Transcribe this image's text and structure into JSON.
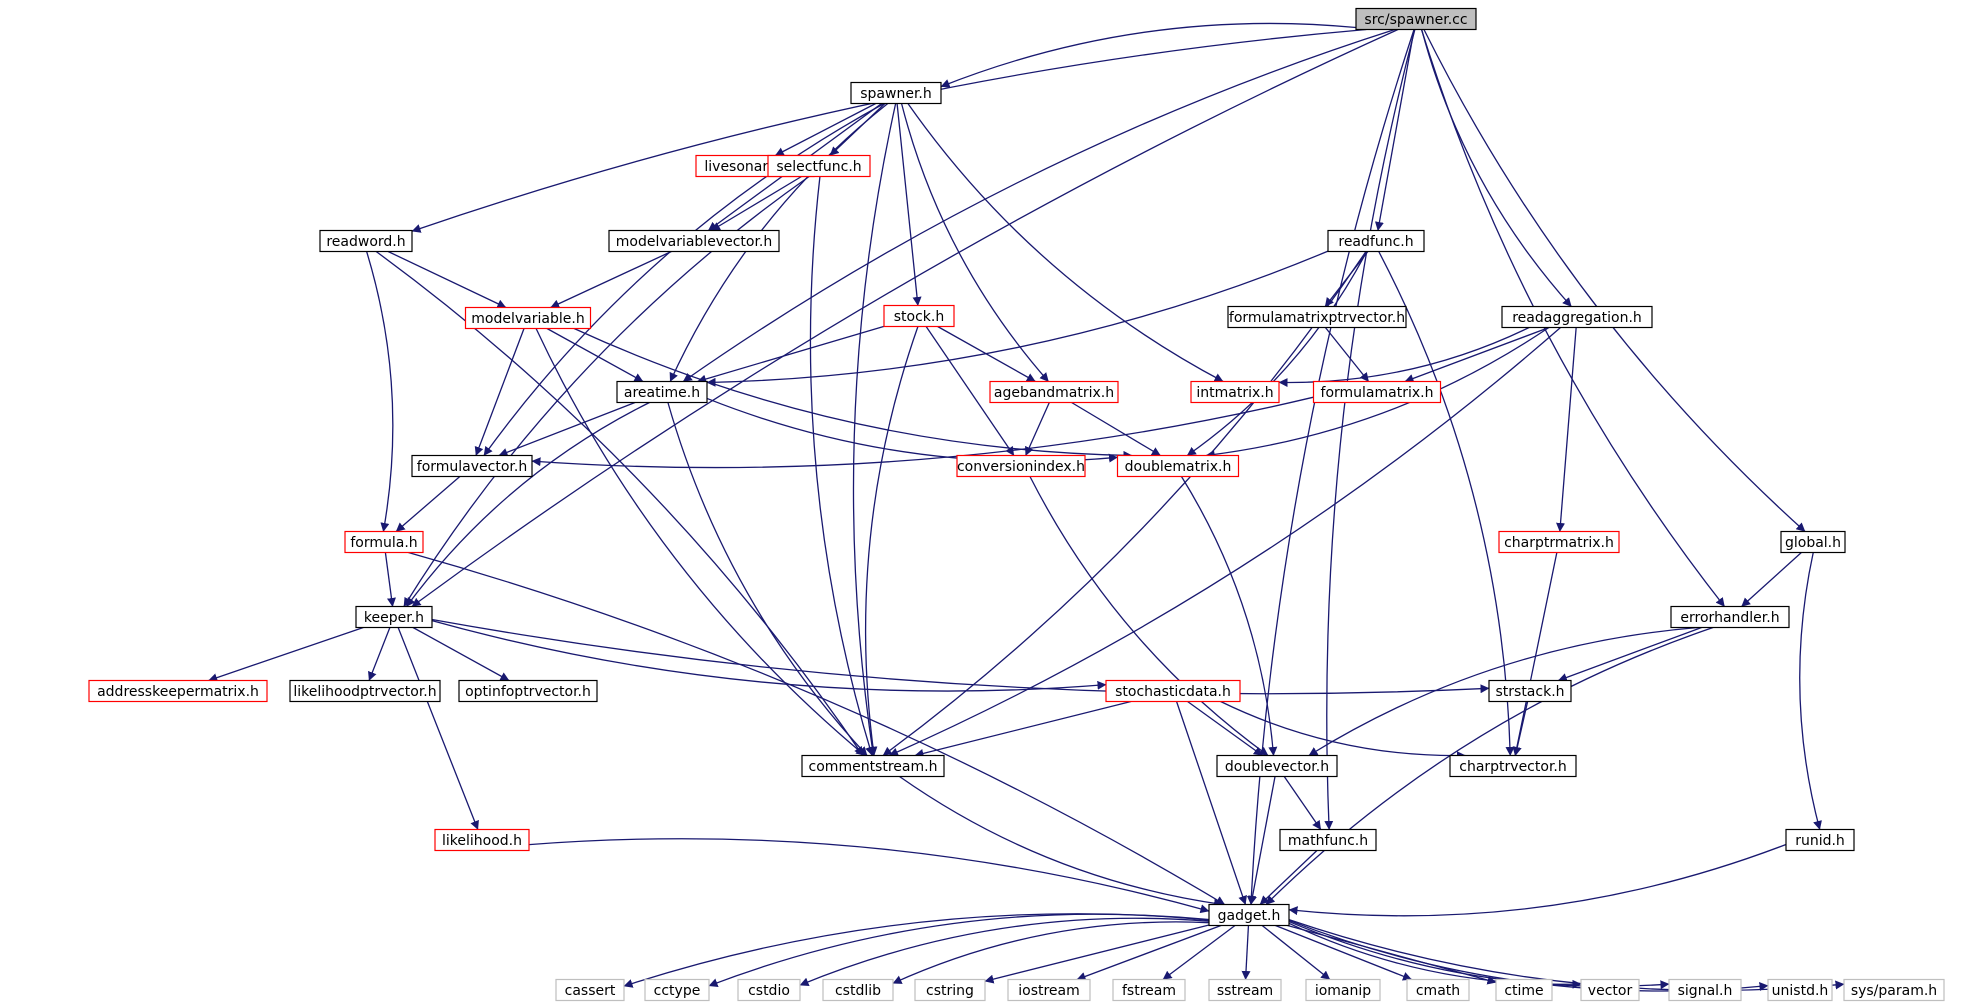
{
  "diagram": {
    "colors": {
      "edge": "#191970",
      "node_border_default": "#000000",
      "node_border_truncated": "#ff0000",
      "node_border_system": "#bfbfbf",
      "node_fill_default": "#ffffff",
      "node_fill_root": "#bfbfbf"
    },
    "nodes": [
      {
        "id": "spawner_cc",
        "label": "src/spawner.cc",
        "style": "root"
      },
      {
        "id": "spawner_h",
        "label": "spawner.h",
        "style": "default"
      },
      {
        "id": "livesonareas",
        "label": "livesonareas.h",
        "style": "truncated"
      },
      {
        "id": "selectfunc",
        "label": "selectfunc.h",
        "style": "truncated"
      },
      {
        "id": "readword",
        "label": "readword.h",
        "style": "default"
      },
      {
        "id": "modelvariablevector",
        "label": "modelvariablevector.h",
        "style": "default"
      },
      {
        "id": "readfunc",
        "label": "readfunc.h",
        "style": "default"
      },
      {
        "id": "modelvariable",
        "label": "modelvariable.h",
        "style": "truncated"
      },
      {
        "id": "stock",
        "label": "stock.h",
        "style": "truncated"
      },
      {
        "id": "formulamatrixptrvector",
        "label": "formulamatrixptrvector.h",
        "style": "default"
      },
      {
        "id": "readaggregation",
        "label": "readaggregation.h",
        "style": "default"
      },
      {
        "id": "areatime",
        "label": "areatime.h",
        "style": "default"
      },
      {
        "id": "agebandmatrix",
        "label": "agebandmatrix.h",
        "style": "truncated"
      },
      {
        "id": "intmatrix",
        "label": "intmatrix.h",
        "style": "truncated"
      },
      {
        "id": "formulamatrix",
        "label": "formulamatrix.h",
        "style": "truncated"
      },
      {
        "id": "formulavector",
        "label": "formulavector.h",
        "style": "default"
      },
      {
        "id": "conversionindex",
        "label": "conversionindex.h",
        "style": "truncated"
      },
      {
        "id": "doublematrix",
        "label": "doublematrix.h",
        "style": "truncated"
      },
      {
        "id": "formula",
        "label": "formula.h",
        "style": "truncated"
      },
      {
        "id": "charptrmatrix",
        "label": "charptrmatrix.h",
        "style": "truncated"
      },
      {
        "id": "global",
        "label": "global.h",
        "style": "default"
      },
      {
        "id": "keeper",
        "label": "keeper.h",
        "style": "default"
      },
      {
        "id": "errorhandler",
        "label": "errorhandler.h",
        "style": "default"
      },
      {
        "id": "addresskeepermatrix",
        "label": "addresskeepermatrix.h",
        "style": "truncated"
      },
      {
        "id": "likelihoodptrvector",
        "label": "likelihoodptrvector.h",
        "style": "default"
      },
      {
        "id": "optinfoptrvector",
        "label": "optinfoptrvector.h",
        "style": "default"
      },
      {
        "id": "stochasticdata",
        "label": "stochasticdata.h",
        "style": "truncated"
      },
      {
        "id": "strstack",
        "label": "strstack.h",
        "style": "default"
      },
      {
        "id": "commentstream",
        "label": "commentstream.h",
        "style": "default"
      },
      {
        "id": "doublevector",
        "label": "doublevector.h",
        "style": "default"
      },
      {
        "id": "charptrvector",
        "label": "charptrvector.h",
        "style": "default"
      },
      {
        "id": "likelihood",
        "label": "likelihood.h",
        "style": "truncated"
      },
      {
        "id": "mathfunc",
        "label": "mathfunc.h",
        "style": "default"
      },
      {
        "id": "runid",
        "label": "runid.h",
        "style": "default"
      },
      {
        "id": "gadget",
        "label": "gadget.h",
        "style": "default"
      },
      {
        "id": "cassert",
        "label": "cassert",
        "style": "system"
      },
      {
        "id": "cctype",
        "label": "cctype",
        "style": "system"
      },
      {
        "id": "cstdio",
        "label": "cstdio",
        "style": "system"
      },
      {
        "id": "cstdlib",
        "label": "cstdlib",
        "style": "system"
      },
      {
        "id": "cstring",
        "label": "cstring",
        "style": "system"
      },
      {
        "id": "iostream",
        "label": "iostream",
        "style": "system"
      },
      {
        "id": "fstream",
        "label": "fstream",
        "style": "system"
      },
      {
        "id": "sstream",
        "label": "sstream",
        "style": "system"
      },
      {
        "id": "iomanip",
        "label": "iomanip",
        "style": "system"
      },
      {
        "id": "cmath",
        "label": "cmath",
        "style": "system"
      },
      {
        "id": "ctime",
        "label": "ctime",
        "style": "system"
      },
      {
        "id": "vector",
        "label": "vector",
        "style": "system"
      },
      {
        "id": "signal",
        "label": "signal.h",
        "style": "system"
      },
      {
        "id": "unistd",
        "label": "unistd.h",
        "style": "system"
      },
      {
        "id": "sysparam",
        "label": "sys/param.h",
        "style": "system"
      }
    ],
    "edges": [
      [
        "spawner_cc",
        "spawner_h"
      ],
      [
        "spawner_cc",
        "readword"
      ],
      [
        "spawner_cc",
        "keeper"
      ],
      [
        "spawner_cc",
        "areatime"
      ],
      [
        "spawner_cc",
        "readfunc"
      ],
      [
        "spawner_cc",
        "readaggregation"
      ],
      [
        "spawner_cc",
        "errorhandler"
      ],
      [
        "spawner_cc",
        "global"
      ],
      [
        "spawner_cc",
        "mathfunc"
      ],
      [
        "spawner_cc",
        "gadget"
      ],
      [
        "spawner_h",
        "livesonareas"
      ],
      [
        "spawner_h",
        "selectfunc"
      ],
      [
        "spawner_h",
        "modelvariablevector"
      ],
      [
        "spawner_h",
        "stock"
      ],
      [
        "spawner_h",
        "agebandmatrix"
      ],
      [
        "spawner_h",
        "intmatrix"
      ],
      [
        "spawner_h",
        "commentstream"
      ],
      [
        "spawner_h",
        "formulavector"
      ],
      [
        "spawner_h",
        "areatime"
      ],
      [
        "selectfunc",
        "modelvariablevector"
      ],
      [
        "selectfunc",
        "keeper"
      ],
      [
        "selectfunc",
        "commentstream"
      ],
      [
        "readword",
        "modelvariable"
      ],
      [
        "readword",
        "formula"
      ],
      [
        "readword",
        "commentstream"
      ],
      [
        "modelvariablevector",
        "modelvariable"
      ],
      [
        "readfunc",
        "formulamatrixptrvector"
      ],
      [
        "readfunc",
        "areatime"
      ],
      [
        "readfunc",
        "doublematrix"
      ],
      [
        "readfunc",
        "commentstream"
      ],
      [
        "readfunc",
        "charptrvector"
      ],
      [
        "modelvariable",
        "areatime"
      ],
      [
        "modelvariable",
        "formulavector"
      ],
      [
        "modelvariable",
        "doublematrix"
      ],
      [
        "modelvariable",
        "commentstream"
      ],
      [
        "stock",
        "areatime"
      ],
      [
        "stock",
        "agebandmatrix"
      ],
      [
        "stock",
        "conversionindex"
      ],
      [
        "stock",
        "commentstream"
      ],
      [
        "formulamatrixptrvector",
        "formulamatrix"
      ],
      [
        "readaggregation",
        "intmatrix"
      ],
      [
        "readaggregation",
        "formulamatrix"
      ],
      [
        "readaggregation",
        "doublematrix"
      ],
      [
        "readaggregation",
        "charptrmatrix"
      ],
      [
        "readaggregation",
        "commentstream"
      ],
      [
        "areatime",
        "formulavector"
      ],
      [
        "areatime",
        "keeper"
      ],
      [
        "areatime",
        "doublematrix"
      ],
      [
        "areatime",
        "commentstream"
      ],
      [
        "agebandmatrix",
        "conversionindex"
      ],
      [
        "agebandmatrix",
        "doublematrix"
      ],
      [
        "formulamatrix",
        "formulavector"
      ],
      [
        "formulavector",
        "formula"
      ],
      [
        "conversionindex",
        "doublevector"
      ],
      [
        "doublematrix",
        "doublevector"
      ],
      [
        "formula",
        "keeper"
      ],
      [
        "formula",
        "gadget"
      ],
      [
        "charptrmatrix",
        "charptrvector"
      ],
      [
        "global",
        "errorhandler"
      ],
      [
        "global",
        "runid"
      ],
      [
        "keeper",
        "addresskeepermatrix"
      ],
      [
        "keeper",
        "likelihoodptrvector"
      ],
      [
        "keeper",
        "optinfoptrvector"
      ],
      [
        "keeper",
        "stochasticdata"
      ],
      [
        "keeper",
        "strstack"
      ],
      [
        "keeper",
        "likelihood"
      ],
      [
        "errorhandler",
        "strstack"
      ],
      [
        "errorhandler",
        "doublevector"
      ],
      [
        "errorhandler",
        "gadget"
      ],
      [
        "stochasticdata",
        "commentstream"
      ],
      [
        "stochasticdata",
        "doublevector"
      ],
      [
        "stochasticdata",
        "charptrvector"
      ],
      [
        "stochasticdata",
        "gadget"
      ],
      [
        "strstack",
        "charptrvector"
      ],
      [
        "commentstream",
        "gadget"
      ],
      [
        "doublevector",
        "mathfunc"
      ],
      [
        "doublevector",
        "gadget"
      ],
      [
        "likelihood",
        "gadget"
      ],
      [
        "mathfunc",
        "gadget"
      ],
      [
        "runid",
        "gadget"
      ],
      [
        "gadget",
        "cassert"
      ],
      [
        "gadget",
        "cctype"
      ],
      [
        "gadget",
        "cstdio"
      ],
      [
        "gadget",
        "cstdlib"
      ],
      [
        "gadget",
        "cstring"
      ],
      [
        "gadget",
        "iostream"
      ],
      [
        "gadget",
        "fstream"
      ],
      [
        "gadget",
        "sstream"
      ],
      [
        "gadget",
        "iomanip"
      ],
      [
        "gadget",
        "cmath"
      ],
      [
        "gadget",
        "ctime"
      ],
      [
        "gadget",
        "vector"
      ],
      [
        "gadget",
        "signal"
      ],
      [
        "gadget",
        "unistd"
      ],
      [
        "gadget",
        "sysparam"
      ]
    ]
  }
}
